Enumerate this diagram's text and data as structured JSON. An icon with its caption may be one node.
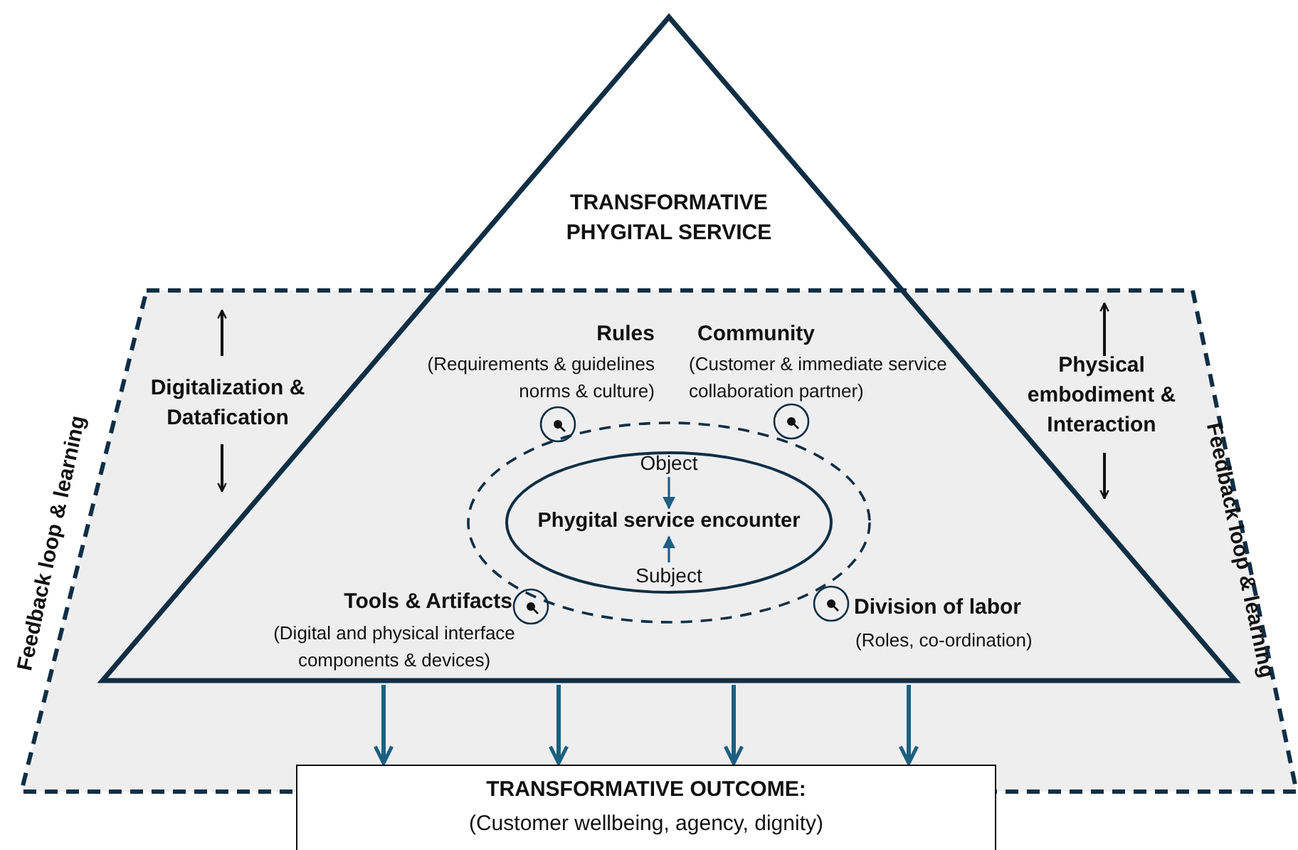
{
  "diagram": {
    "nodes": [
      {
        "text": [
          "TRANSFORMATIVE PHYGITAL SERVICE"
        ]
      },
      {
        "text": [],
        "shape": "ellipse",
        "in": 0
      },
      {
        "text": [
          "Phygital service encounter"
        ],
        "in": 1
      },
      {
        "text": [
          "Object"
        ],
        "in": 1
      },
      {
        "text": [
          "Subject"
        ],
        "in": 1
      },
      {
        "text": [
          "TRANSFORMATIVE OUTCOME:",
          "(Customer wellbeing, agency, dignity)"
        ]
      }
    ],
    "edges": [
      {
        "from": 3,
        "to": 2,
        "arrow": "to"
      },
      {
        "from": 4,
        "to": 2,
        "arrow": "to"
      },
      {
        "from": 0,
        "to": 5,
        "arrow": "to"
      },
      {
        "from": 0,
        "to": 5,
        "arrow": "to"
      },
      {
        "from": 0,
        "to": 5,
        "arrow": "to"
      },
      {
        "from": 0,
        "to": 5,
        "arrow": "to"
      }
    ],
    "labels": [
      "Feedback loop & learning",
      "Feedback loop & learning",
      "Digitalization & Datafication",
      "Rules",
      "(Requirements & guidelines norms & culture)",
      "Community",
      "(Customer & immediate service collaboration partner)",
      "Physical embodiment & Interaction",
      "Tools & Artifacts",
      "(Digital and physical interface components & devices)",
      "Division of labor",
      "(Roles, co-ordination)"
    ]
  }
}
